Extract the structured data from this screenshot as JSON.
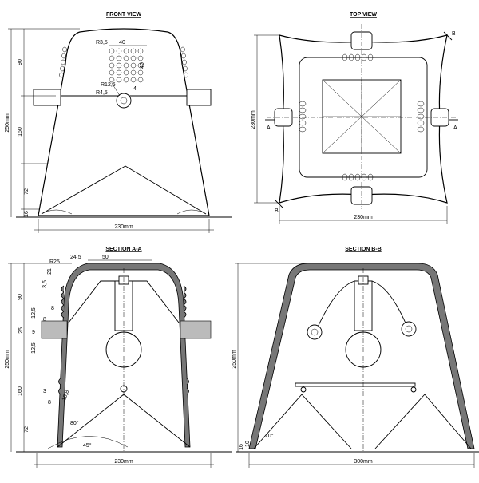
{
  "titles": {
    "front": "FRONT VIEW",
    "top": "TOP VIEW",
    "section_aa": "SECTION A-A",
    "section_bb": "SECTION B-B"
  },
  "front": {
    "dim_height": "250mm",
    "dim_90": "90",
    "dim_160": "160",
    "dim_72": "72",
    "dim_16": "16",
    "dim_width": "230mm",
    "dim_grid": "40",
    "dim_grid_v": "40",
    "dim_r35": "R3,5",
    "dim_4": "4",
    "dim_r125": "R12,5",
    "dim_r45": "R4,5"
  },
  "top": {
    "dim_left": "230mm",
    "dim_bottom": "230mm",
    "label_a": "A",
    "label_b": "B"
  },
  "section_aa": {
    "dim_height": "250mm",
    "dim_r25": "R25",
    "dim_245": "24,5",
    "dim_50": "50",
    "dim_21": "21",
    "dim_35": "3,5",
    "dim_8a": "8",
    "dim_90": "90",
    "dim_125a": "12,5",
    "dim_8b": "8",
    "dim_25": "25",
    "dim_9": "9",
    "dim_125b": "12,5",
    "dim_160": "160",
    "dim_3": "3",
    "dim_108": "10,8",
    "dim_8c": "8",
    "dim_72": "72",
    "angle_80": "80°",
    "angle_45": "45°",
    "dim_width": "230mm"
  },
  "section_bb": {
    "dim_height": "250mm",
    "dim_16": "16",
    "dim_10": "10",
    "angle_70": "70°",
    "dim_width": "300mm"
  }
}
